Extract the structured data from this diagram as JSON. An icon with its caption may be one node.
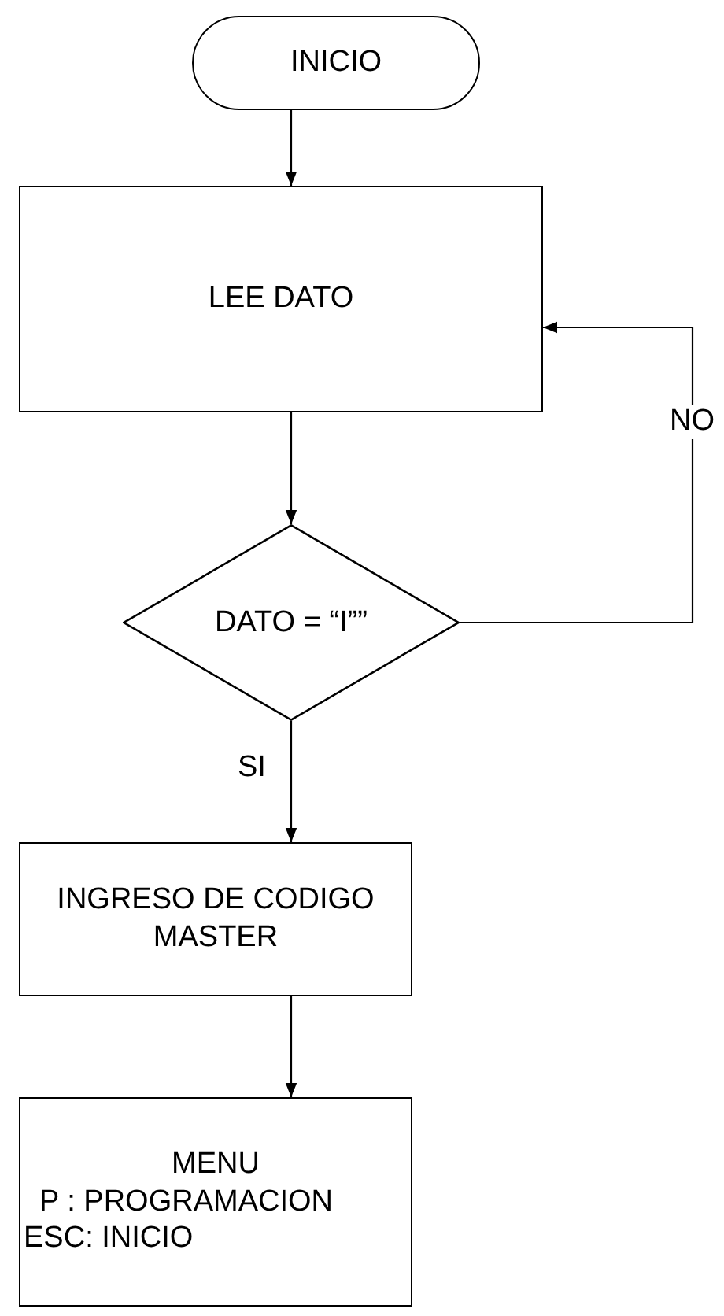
{
  "diagram": {
    "nodes": [
      {
        "text": [
          "INICIO"
        ]
      },
      {
        "text": [
          "LEE DATO"
        ]
      },
      {
        "text": [
          "DATO = “I””"
        ]
      },
      {
        "text": [
          "INGRESO DE CODIGO MASTER"
        ]
      },
      {
        "text": [
          "MENU",
          "P : PROGRAMACION",
          "ESC: INICIO"
        ]
      }
    ],
    "edges": [
      {
        "from": 0,
        "to": 1,
        "arrow": "to"
      },
      {
        "from": 1,
        "to": 2,
        "arrow": "to"
      },
      {
        "from": 2,
        "to": 1,
        "arrow": "to",
        "label": "NO"
      },
      {
        "from": 2,
        "to": 3,
        "arrow": "to",
        "label": "SI"
      },
      {
        "from": 3,
        "to": 4,
        "arrow": "to"
      }
    ]
  }
}
